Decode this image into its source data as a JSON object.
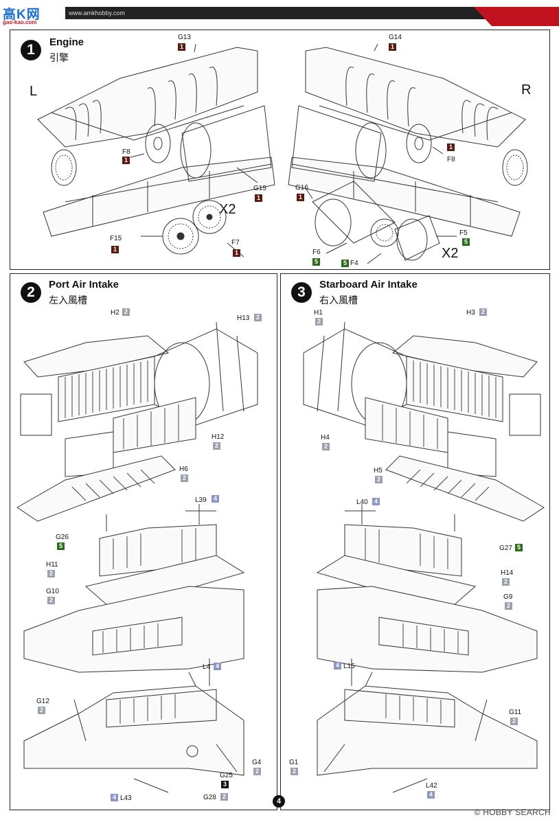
{
  "header": {
    "logo": "高K网",
    "logo_sub": "gao-kao.com",
    "url": "www.amkhobby.com"
  },
  "steps": [
    {
      "number": "1",
      "title": "Engine",
      "subtitle": "引擎"
    },
    {
      "number": "2",
      "title": "Port Air Intake",
      "subtitle": "左入風槽"
    },
    {
      "number": "3",
      "title": "Starboard Air Intake",
      "subtitle": "右入風槽"
    }
  ],
  "engine": {
    "left_marker": "L",
    "right_marker": "R",
    "multiplier_a": "X2",
    "multiplier_b": "X2",
    "parts": [
      {
        "name": "G13",
        "chip": "1"
      },
      {
        "name": "G14",
        "chip": "1"
      },
      {
        "name": "F8",
        "chip": "1"
      },
      {
        "name": "F8",
        "chip": "1"
      },
      {
        "name": "G15",
        "chip": "1"
      },
      {
        "name": "G16",
        "chip": "1"
      },
      {
        "name": "F15",
        "chip": "1"
      },
      {
        "name": "F7",
        "chip": "1"
      },
      {
        "name": "F5",
        "chip": "5"
      },
      {
        "name": "F6",
        "chip": "5"
      },
      {
        "name": "F4",
        "chip": "5"
      }
    ]
  },
  "port": {
    "parts": [
      {
        "name": "H2",
        "chip": "2"
      },
      {
        "name": "H13",
        "chip": "2"
      },
      {
        "name": "H12",
        "chip": "2"
      },
      {
        "name": "H6",
        "chip": "2"
      },
      {
        "name": "L39",
        "chip": "4"
      },
      {
        "name": "G26",
        "chip": "5"
      },
      {
        "name": "H11",
        "chip": "2"
      },
      {
        "name": "G10",
        "chip": "2"
      },
      {
        "name": "L4",
        "chip": "4"
      },
      {
        "name": "G12",
        "chip": "2"
      },
      {
        "name": "G4",
        "chip": "2"
      },
      {
        "name": "G25",
        "chip": "3"
      },
      {
        "name": "G28",
        "chip": "2"
      },
      {
        "name": "L43",
        "chip": "4"
      }
    ]
  },
  "starboard": {
    "parts": [
      {
        "name": "H1",
        "chip": "2"
      },
      {
        "name": "H3",
        "chip": "2"
      },
      {
        "name": "H4",
        "chip": "2"
      },
      {
        "name": "H5",
        "chip": "2"
      },
      {
        "name": "L40",
        "chip": "4"
      },
      {
        "name": "G27",
        "chip": "5"
      },
      {
        "name": "H14",
        "chip": "2"
      },
      {
        "name": "G9",
        "chip": "2"
      },
      {
        "name": "L15",
        "chip": "4"
      },
      {
        "name": "G11",
        "chip": "2"
      },
      {
        "name": "G1",
        "chip": "2"
      },
      {
        "name": "L42",
        "chip": "4"
      }
    ]
  },
  "page_number": "4",
  "watermark": "© HOBBY SEARCH"
}
